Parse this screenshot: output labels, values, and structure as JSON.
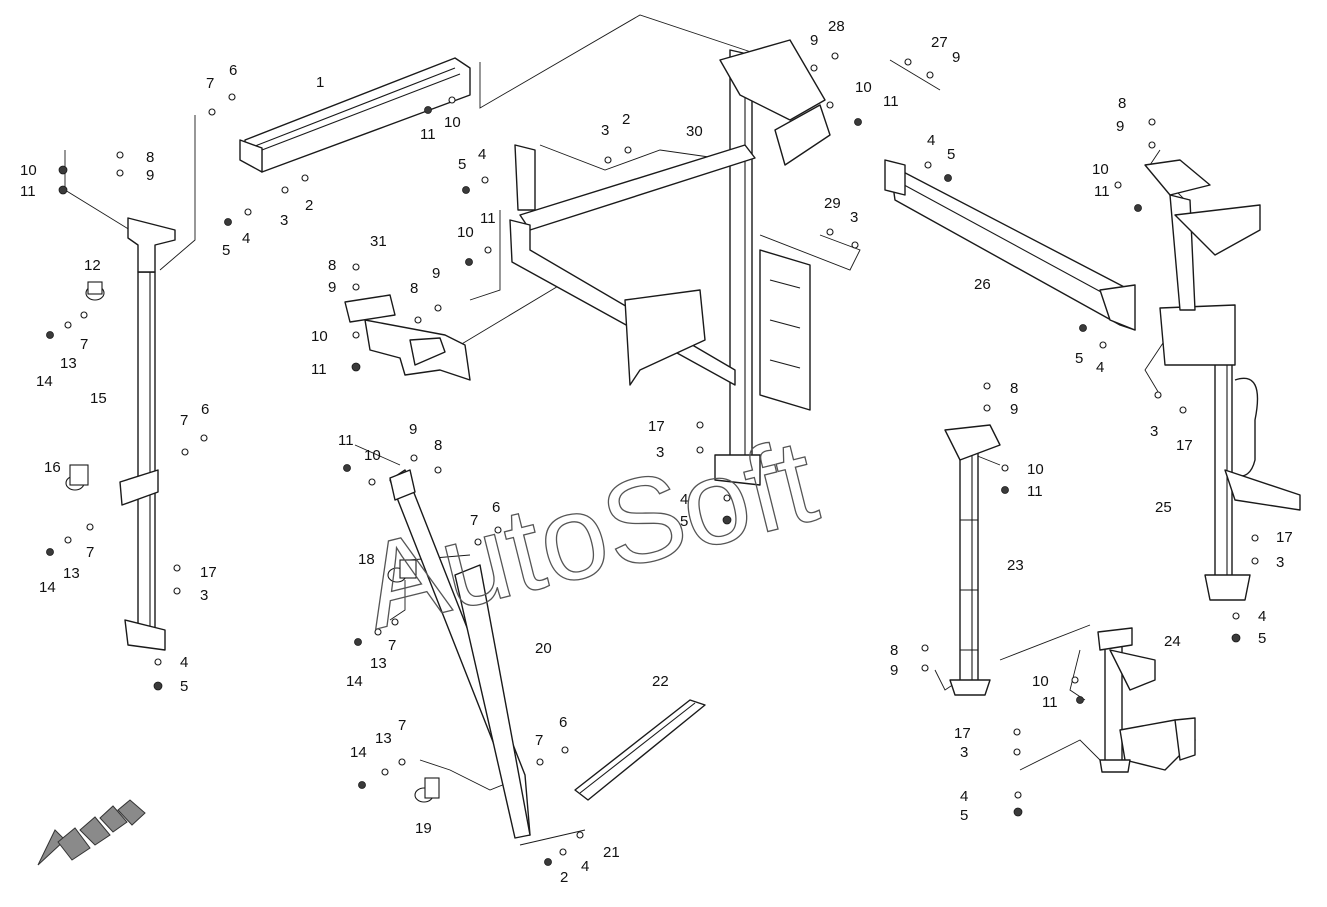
{
  "watermark": "AutoSoft",
  "callouts": [
    "1",
    "2",
    "3",
    "4",
    "5",
    "6",
    "7",
    "8",
    "9",
    "10",
    "11",
    "12",
    "13",
    "14",
    "15",
    "16",
    "17",
    "18",
    "19",
    "20",
    "21",
    "22",
    "23",
    "24",
    "25",
    "26",
    "27",
    "28",
    "29",
    "30",
    "31"
  ],
  "colors": {
    "line": "#1a1a1a",
    "background": "#ffffff",
    "watermark": "#555555"
  },
  "icons": {
    "direction_arrow": "front-direction-arrow-icon"
  }
}
